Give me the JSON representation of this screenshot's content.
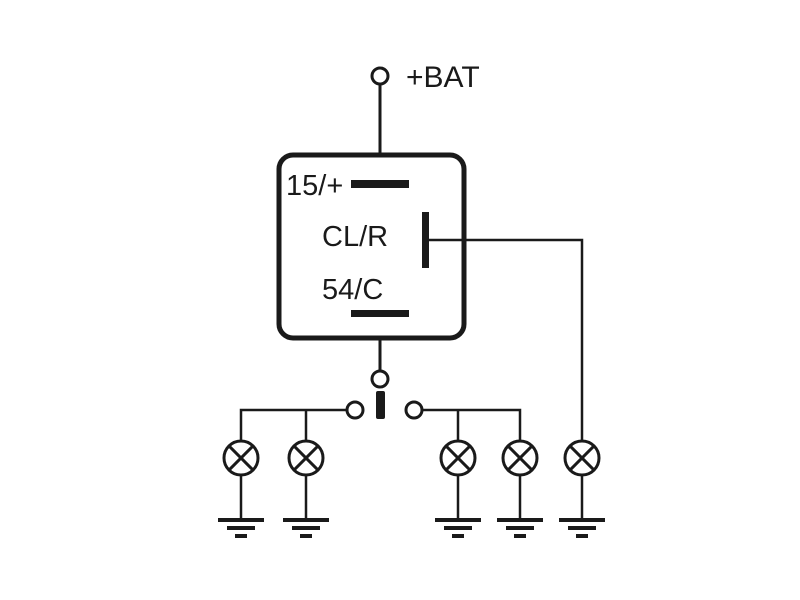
{
  "diagram": {
    "battery_label": "+BAT",
    "relay": {
      "terminal_15": "15/+",
      "terminal_clr": "CL/R",
      "terminal_54": "54/C"
    },
    "colors": {
      "line": "#1a1a1a",
      "background": "#ffffff"
    }
  }
}
